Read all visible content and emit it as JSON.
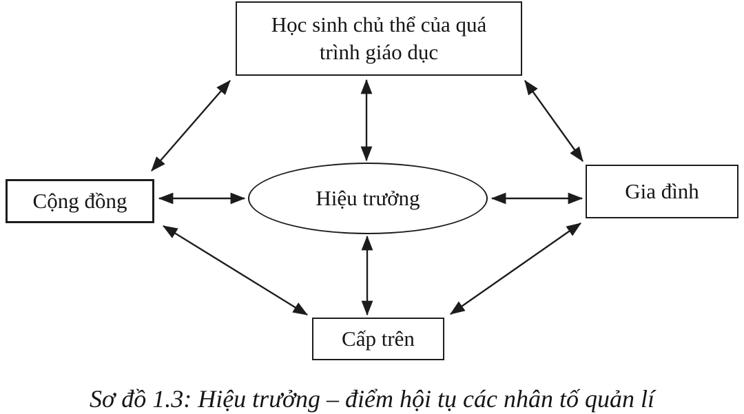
{
  "diagram": {
    "title": "Principal-centred management factors diagram",
    "nodes": {
      "students": {
        "label": "Học sinh chủ thể của quá trình giáo dục"
      },
      "community": {
        "label": "Cộng đồng"
      },
      "principal": {
        "label": "Hiệu trưởng"
      },
      "family": {
        "label": "Gia đình"
      },
      "superiors": {
        "label": "Cấp trên"
      }
    },
    "edges": [
      {
        "from": "students",
        "to": "community",
        "style": "double-arrow"
      },
      {
        "from": "students",
        "to": "principal",
        "style": "double-arrow"
      },
      {
        "from": "students",
        "to": "family",
        "style": "double-arrow"
      },
      {
        "from": "community",
        "to": "principal",
        "style": "double-arrow"
      },
      {
        "from": "principal",
        "to": "family",
        "style": "double-arrow"
      },
      {
        "from": "community",
        "to": "superiors",
        "style": "double-arrow"
      },
      {
        "from": "principal",
        "to": "superiors",
        "style": "double-arrow"
      },
      {
        "from": "superiors",
        "to": "family",
        "style": "double-arrow"
      }
    ],
    "caption": "Sơ đồ 1.3: Hiệu trưởng – điểm hội tụ các nhân tố quản lí",
    "colors": {
      "stroke": "#1c1c1c",
      "background": "#ffffff",
      "text": "#151515"
    }
  }
}
